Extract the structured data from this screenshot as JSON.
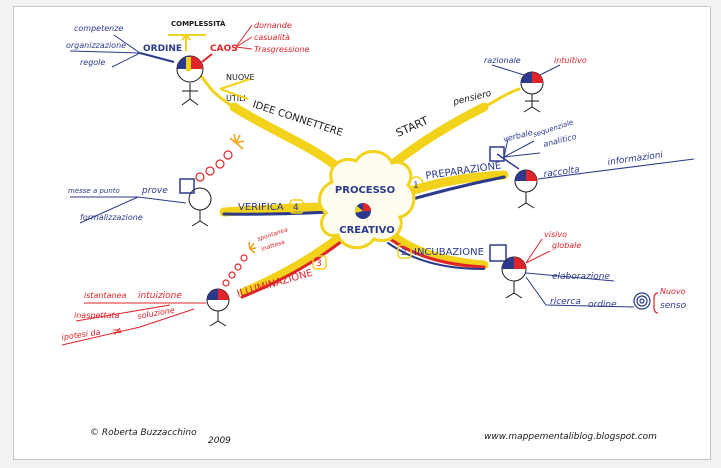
{
  "colors": {
    "yellow": "#f2d21a",
    "blue": "#2b3a8c",
    "red": "#e0242a",
    "ink": "#1a1a1a"
  },
  "center": {
    "line1": "PROCESSO",
    "line2": "CREATIVO"
  },
  "branches": {
    "idee": {
      "label": "IDEE CONNETTERE",
      "nuove": "NUOVE",
      "utili": "UTILI",
      "complessita": "COMPLESSITÀ",
      "ordine": "ORDINE",
      "caos": "CAOS",
      "left_words": [
        "competenze",
        "organizzazione",
        "regole"
      ],
      "right_words": [
        "domande",
        "casualità",
        "Trasgressione"
      ]
    },
    "start": {
      "label": "START",
      "pensiero": "pensiero",
      "razionale": "razionale",
      "intuitivo": "intuitivo"
    },
    "preparazione": {
      "label": "PREPARAZIONE",
      "number": "1",
      "verbale": "verbale",
      "sequenziale": "sequenziale",
      "analitico": "analitico",
      "raccolta": "raccolta",
      "informazioni": "informazioni"
    },
    "verifica": {
      "label": "VERIFICA",
      "number": "4",
      "messe_a_punto": "messe a punto",
      "prove": "prove",
      "formalizzazione": "formalizzazione"
    },
    "incubazione": {
      "label": "INCUBAZIONE",
      "number": "2",
      "visivo": "visivo",
      "globale": "globale",
      "elaborazione": "elaborazione",
      "ricerca": "ricerca",
      "ordine": "ordine",
      "nuovo": "Nuovo",
      "senso": "senso"
    },
    "illuminazione": {
      "label": "ILLUMINAZIONE",
      "number": "3",
      "spontanea": "spontanea",
      "inattesa": "inattesa",
      "istantanea": "istantanea",
      "intuizione": "intuizione",
      "inaspettata": "inaspettata",
      "soluzione": "soluzione",
      "ipotesi": "ipotesi da",
      "neq": "≠"
    }
  },
  "footer": {
    "author": "© Roberta Buzzacchino",
    "year": "2009",
    "url": "www.mappementaliblog.blogspot.com"
  }
}
